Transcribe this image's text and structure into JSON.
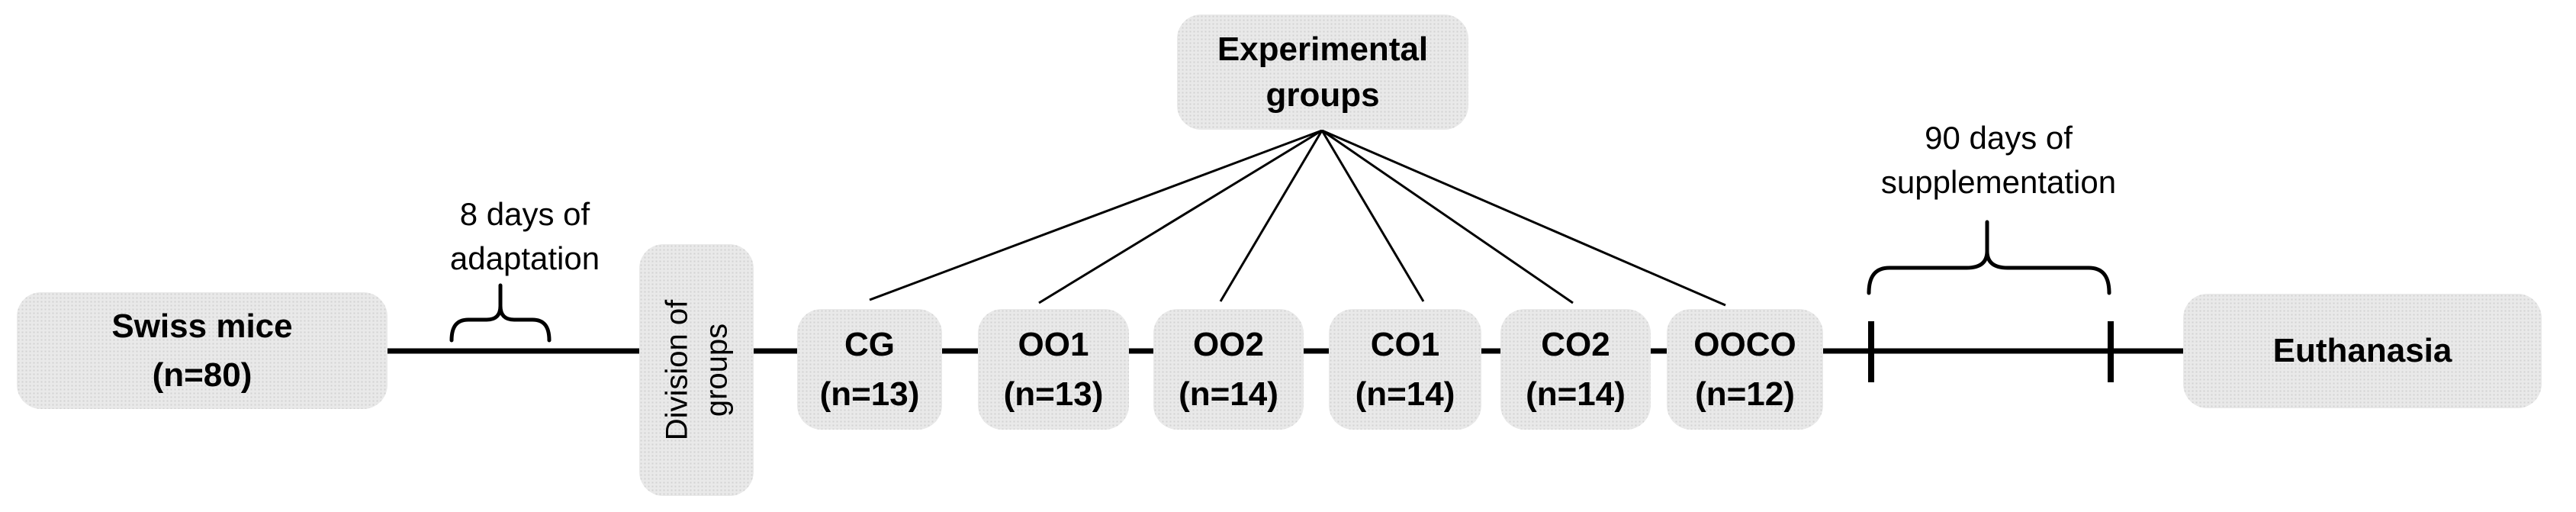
{
  "diagram": {
    "colors": {
      "background": "#ffffff",
      "box_fill": "#e9e9e9",
      "box_dots": "#d2d2d2",
      "line": "#000000",
      "text": "#000000"
    },
    "start_box": {
      "line1": "Swiss mice",
      "line2": "(n=80)"
    },
    "adaptation_label": {
      "line1": "8 days of",
      "line2": "adaptation"
    },
    "division_box": {
      "line1": "Division of",
      "line2": "groups"
    },
    "experimental_box": {
      "line1": "Experimental",
      "line2": "groups"
    },
    "groups": [
      {
        "name": "CG",
        "n": "(n=13)"
      },
      {
        "name": "OO1",
        "n": "(n=13)"
      },
      {
        "name": "OO2",
        "n": "(n=14)"
      },
      {
        "name": "CO1",
        "n": "(n=14)"
      },
      {
        "name": "CO2",
        "n": "(n=14)"
      },
      {
        "name": "OOCO",
        "n": "(n=12)"
      }
    ],
    "supplementation_label": {
      "line1": "90 days of",
      "line2": "supplementation"
    },
    "end_box": {
      "label": "Euthanasia"
    }
  }
}
